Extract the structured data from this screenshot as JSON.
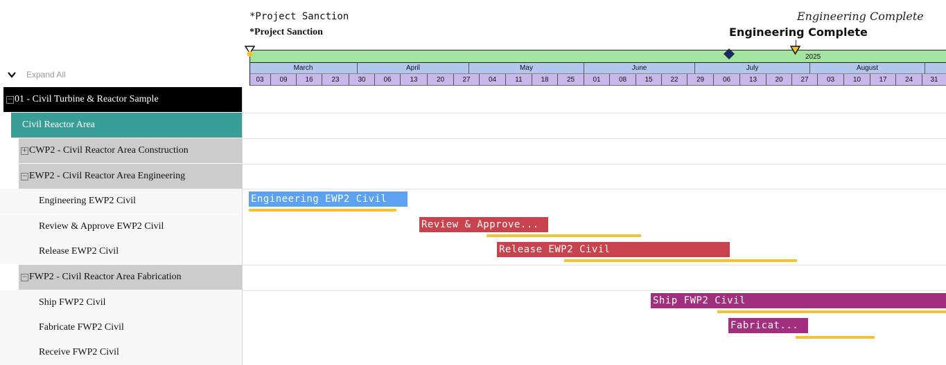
{
  "milestones": {
    "project_sanction_mono": "*Project Sanction",
    "project_sanction_bold": "*Project Sanction",
    "engineering_complete_italic": "Engineering Complete",
    "engineering_complete_bold": "Engineering Complete"
  },
  "toolbar": {
    "expand_all": "Expand All"
  },
  "timeline": {
    "year": "2025",
    "months": [
      "March",
      "April",
      "May",
      "June",
      "July",
      "August"
    ],
    "weeks": [
      "03",
      "09",
      "16",
      "23",
      "30",
      "06",
      "13",
      "20",
      "27",
      "04",
      "11",
      "18",
      "25",
      "01",
      "08",
      "15",
      "22",
      "29",
      "06",
      "13",
      "20",
      "27",
      "03",
      "10",
      "17",
      "24",
      "31"
    ]
  },
  "colors": {
    "engineering_bar": "#5ba2f2",
    "review_bar": "#c9434f",
    "fabrication_bar": "#a22f7e",
    "baseline": "#f5c232",
    "year_band": "#a3e4a0",
    "month_band": "#b3c7ec",
    "week_band": "#c8b7ea",
    "group_teal": "#3a9e98"
  },
  "rows": [
    {
      "label": "01 - Civil Turbine & Reactor Sample",
      "toggle": "−"
    },
    {
      "label": "Civil Reactor Area",
      "toggle": "−"
    },
    {
      "label": "CWP2 - Civil Reactor Area Construction",
      "toggle": "+"
    },
    {
      "label": "EWP2 - Civil Reactor Area Engineering",
      "toggle": "−"
    },
    {
      "label": "Engineering EWP2 Civil"
    },
    {
      "label": "Review & Approve EWP2 Civil"
    },
    {
      "label": "Release EWP2 Civil"
    },
    {
      "label": "FWP2 - Civil Reactor Area Fabrication",
      "toggle": "−"
    },
    {
      "label": "Ship FWP2 Civil"
    },
    {
      "label": "Fabricate FWP2 Civil"
    },
    {
      "label": "Receive FWP2 Civil"
    }
  ],
  "bars": {
    "engineering": "Engineering EWP2 Civil",
    "review": "Review & Approve...",
    "release": "Release EWP2 Civil",
    "ship": "Ship FWP2 Civil",
    "fabricate": "Fabricat..."
  }
}
